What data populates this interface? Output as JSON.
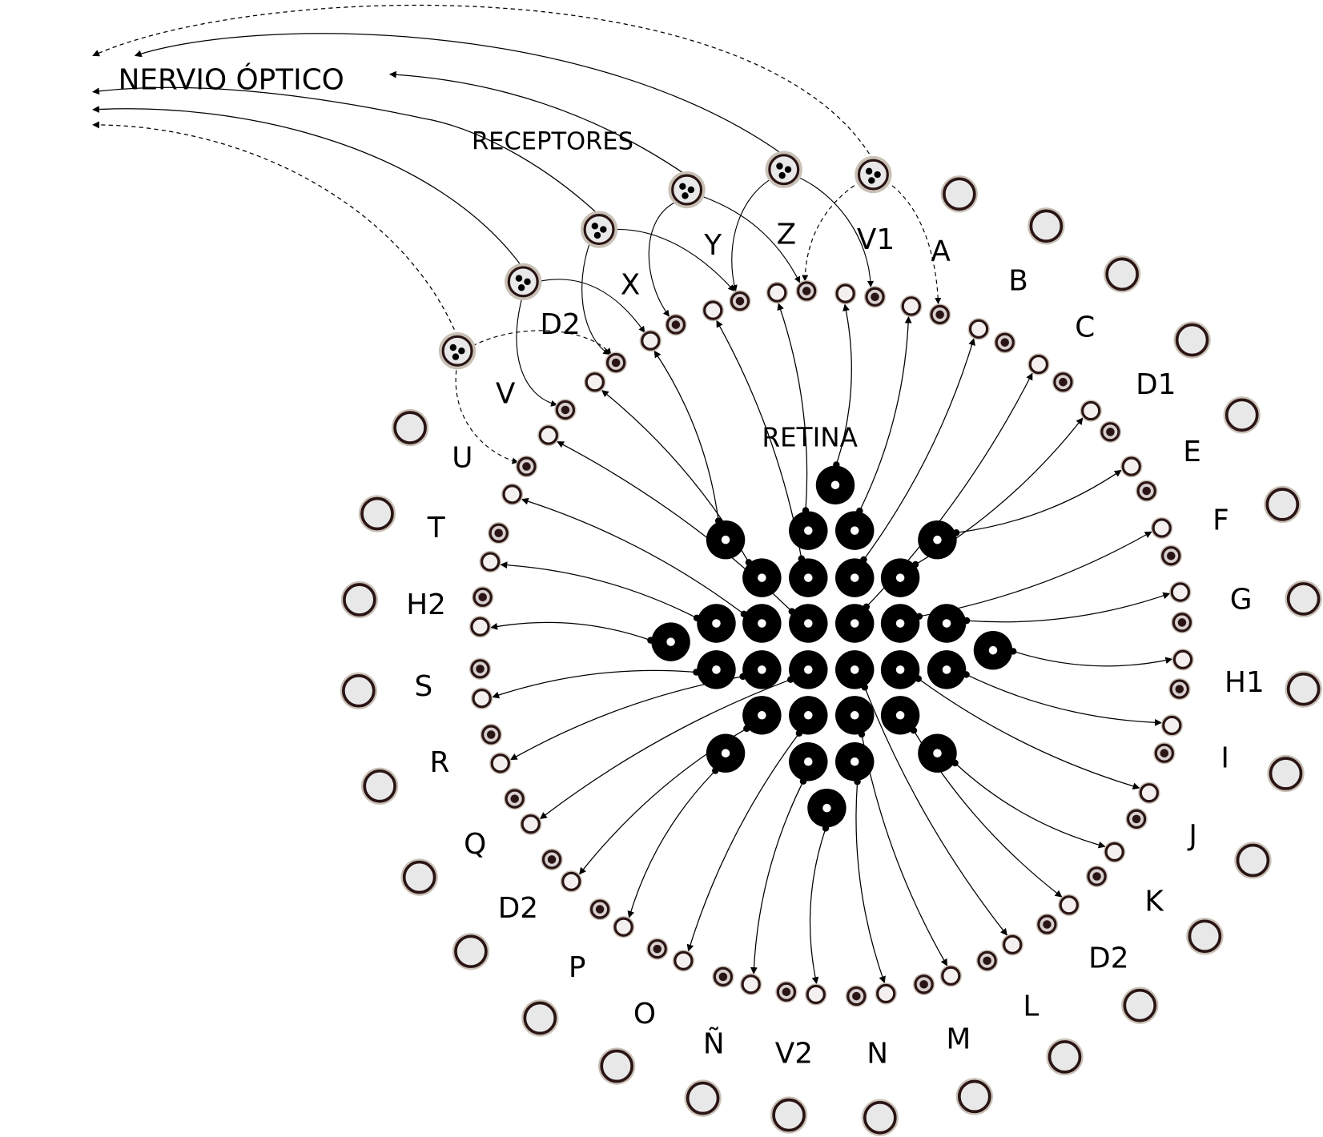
{
  "titles": {
    "nerve": "NERVIO ÓPTICO",
    "receptors": "RECEPTORES",
    "retina": "RETINA"
  },
  "sector_labels": [
    "A",
    "B",
    "C",
    "D1",
    "E",
    "F",
    "G",
    "H1",
    "I",
    "J",
    "K",
    "D2",
    "L",
    "M",
    "N",
    "V2",
    "Ñ",
    "O",
    "P",
    "D2",
    "Q",
    "R",
    "S",
    "H2",
    "T",
    "U",
    "V",
    "D2",
    "X",
    "Y",
    "Z",
    "V1"
  ],
  "colors": {
    "ring_dark": "#2a1414",
    "halo": "#c9c1b6",
    "light_fill": "#e8e8e8",
    "neuron": "#000000"
  }
}
